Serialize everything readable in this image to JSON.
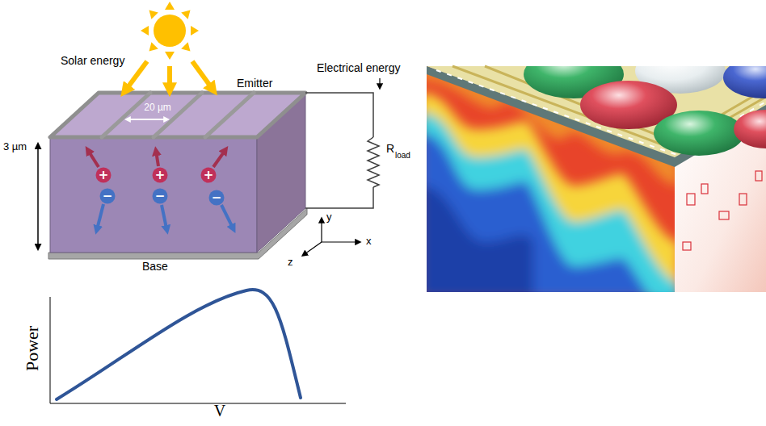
{
  "diagram": {
    "nodes": [
      {
        "text": [
          "+"
        ]
      },
      {
        "text": [
          "+"
        ]
      },
      {
        "text": [
          "+"
        ]
      },
      {
        "text": [
          "−"
        ]
      },
      {
        "text": [
          "−"
        ]
      },
      {
        "text": [
          "−"
        ]
      }
    ],
    "labels": [
      "Solar energy",
      "Emitter",
      "20 µm",
      "3 µm",
      "Base",
      "Electrical energy",
      "R",
      "load",
      "y",
      "x",
      "z",
      "Power",
      "V"
    ]
  }
}
